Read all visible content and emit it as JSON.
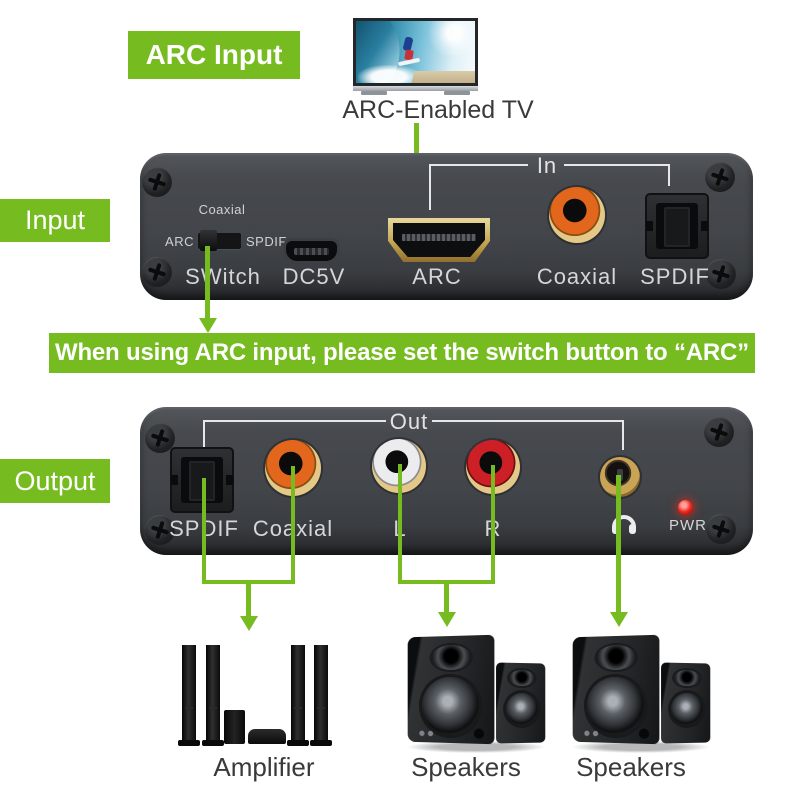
{
  "accent_color": "#76bc21",
  "header": {
    "arc_input_tag": "ARC Input",
    "tv_caption": "ARC-Enabled TV"
  },
  "side_tags": {
    "input": "Input",
    "output": "Output"
  },
  "banner": {
    "text": "When using ARC input, please set the switch button to “ARC”"
  },
  "input_panel": {
    "bracket_label": "In",
    "switch": {
      "top_label": "Coaxial",
      "left_label": "ARC",
      "right_label": "SPDIF",
      "caption": "SWitch"
    },
    "ports": {
      "usb": "DC5V",
      "hdmi": "ARC",
      "coaxial": "Coaxial",
      "spdif": "SPDIF"
    }
  },
  "output_panel": {
    "bracket_label": "Out",
    "ports": {
      "spdif": "SPDIF",
      "coaxial": "Coaxial",
      "left": "L",
      "right": "R"
    },
    "pwr_label": "PWR",
    "led_color": "#e81313"
  },
  "devices": {
    "amplifier": "Amplifier",
    "speakers_left": "Speakers",
    "speakers_right": "Speakers"
  }
}
